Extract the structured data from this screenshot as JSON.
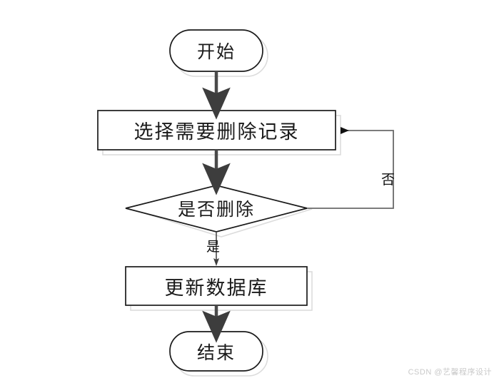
{
  "diagram": {
    "type": "flowchart",
    "title": "",
    "orientation": "top-to-bottom",
    "nodes": [
      {
        "id": "start",
        "shape": "terminator",
        "label": "开始"
      },
      {
        "id": "select",
        "shape": "process",
        "label": "选择需要删除记录"
      },
      {
        "id": "decide",
        "shape": "decision",
        "label": "是否删除"
      },
      {
        "id": "update",
        "shape": "process",
        "label": "更新数据库"
      },
      {
        "id": "end",
        "shape": "terminator",
        "label": "结束"
      }
    ],
    "edges": [
      {
        "from": "start",
        "to": "select",
        "label": ""
      },
      {
        "from": "select",
        "to": "decide",
        "label": ""
      },
      {
        "from": "decide",
        "to": "update",
        "label": "是"
      },
      {
        "from": "decide",
        "to": "select",
        "label": "否"
      },
      {
        "from": "update",
        "to": "end",
        "label": ""
      }
    ],
    "colors": {
      "stroke": "#1a1a1a",
      "shadow": "#d8d8d8",
      "fill": "#ffffff",
      "text": "#1a1a1a",
      "connector": "#4a4a4a",
      "watermark": "#c9c9c9"
    }
  },
  "watermark": {
    "text": "CSDN @艺馨程序设计"
  }
}
